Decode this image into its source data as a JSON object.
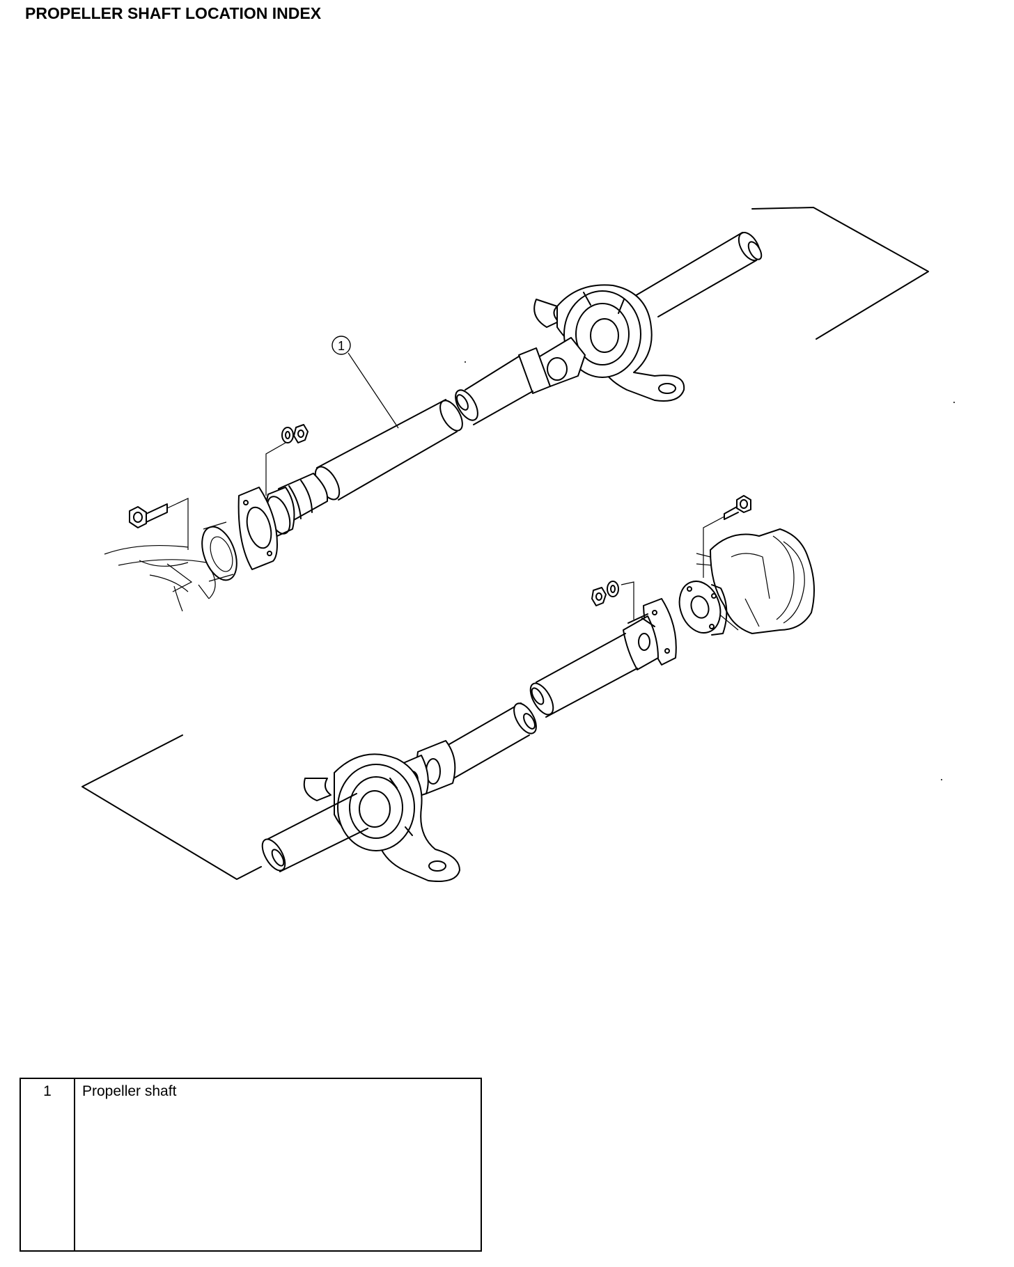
{
  "header": {
    "title": "PROPELLER SHAFT LOCATION INDEX"
  },
  "diagram": {
    "callouts": [
      {
        "number": "1"
      }
    ]
  },
  "legend": {
    "rows": [
      {
        "number": "1",
        "label": "Propeller shaft"
      }
    ]
  }
}
